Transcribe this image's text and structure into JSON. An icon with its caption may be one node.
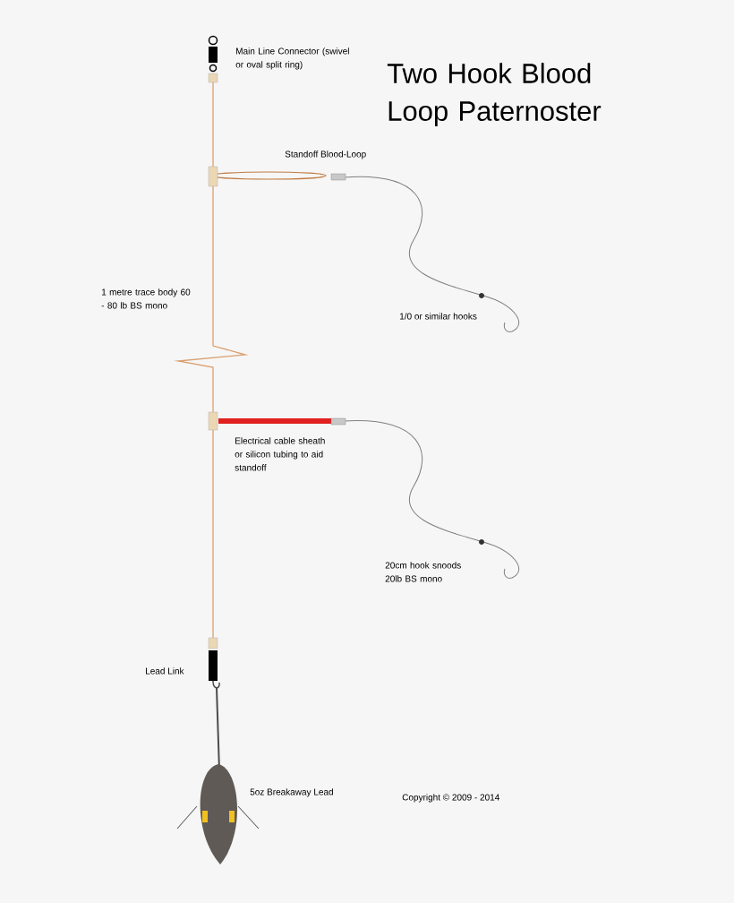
{
  "diagram": {
    "title": "Two Hook Blood Loop Paternoster",
    "labels": [
      "Main Line Connector (swivel or oval split ring)",
      "Standoff Blood-Loop",
      "1 metre trace body 60 - 80 lb BS mono",
      "1/0 or similar hooks",
      "Electrical cable sheath or silicon tubing to aid standoff",
      "20cm hook snoods 20lb BS mono",
      "Lead Link",
      "5oz Breakaway Lead",
      "Copyright © 2009 - 2014"
    ]
  }
}
